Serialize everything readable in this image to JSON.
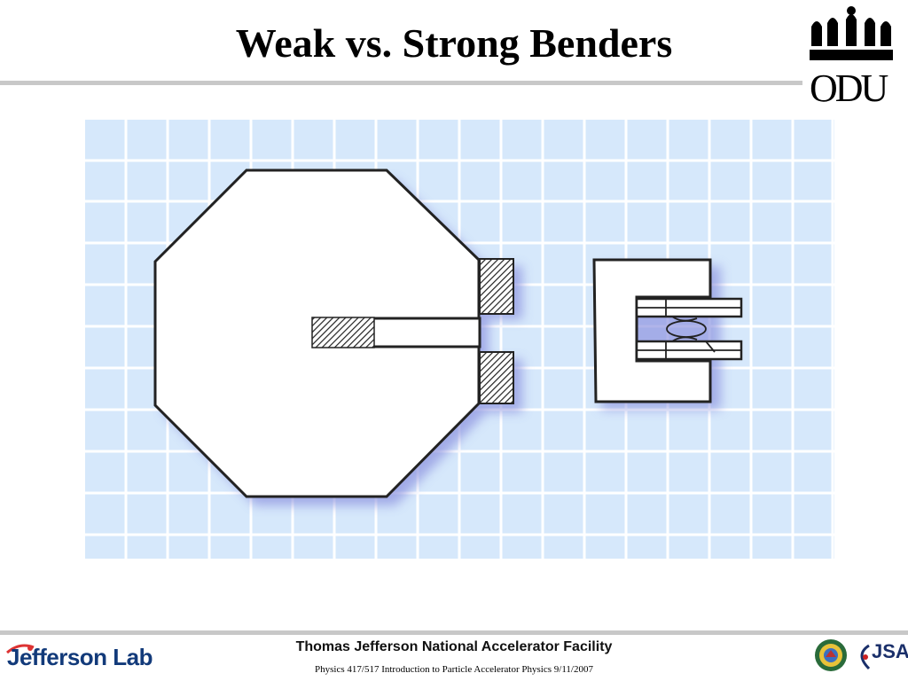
{
  "slide": {
    "title": "Weak vs. Strong Benders",
    "logo_text": "ODU"
  },
  "footer": {
    "lab_name": "Jefferson Lab",
    "facility": "Thomas Jefferson National Accelerator Facility",
    "course": "Physics 417/517 Introduction to Particle Accelerator Physics  9/11/2007",
    "jsa_text": "JSA"
  },
  "colors": {
    "grid_background": "#d6e8fb",
    "grid_line": "#ffffff",
    "shadow": "#9aa0e6",
    "rule": "#c8c8c8",
    "jlab_blue": "#123a7a"
  }
}
